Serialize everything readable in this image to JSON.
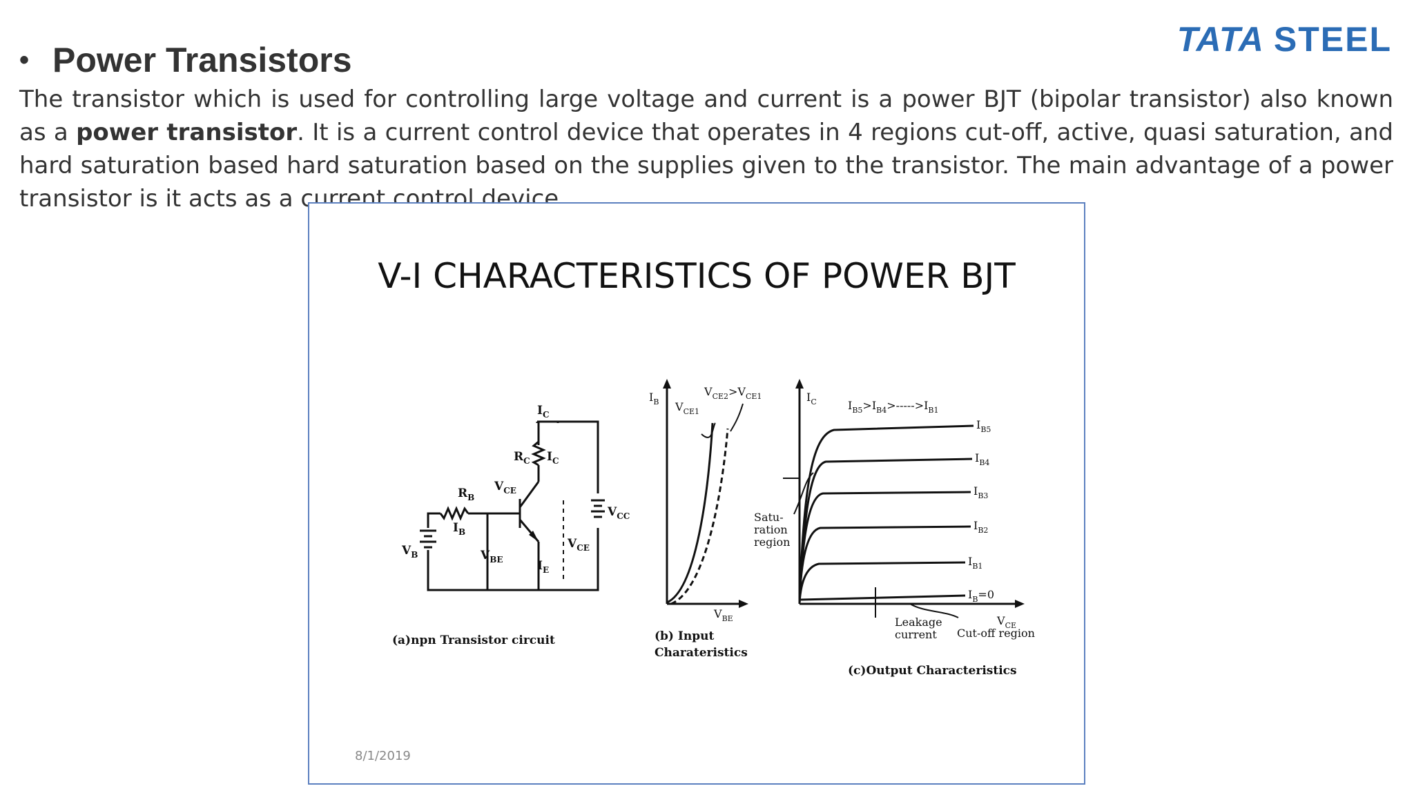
{
  "logo": {
    "part1": "TATA",
    "part2": "STEEL",
    "color": "#2b6cb5"
  },
  "heading": {
    "bullet": "•",
    "title": "Power Transistors"
  },
  "body": {
    "text1": "The transistor which is used for controlling large voltage and current is a power BJT (bipolar transistor) also known as a ",
    "bold1": "power transistor",
    "text2": ". It is a current control device that operates in 4 regions cut-off, active, quasi saturation, and hard saturation based hard saturation based on the supplies given to the transistor. The main advantage of a power transistor is it acts as a current control device."
  },
  "figure": {
    "title": "V-I CHARACTERISTICS OF POWER BJT",
    "date": "8/1/2019",
    "circuit": {
      "caption": "(a)npn Transistor circuit",
      "labels": {
        "ic_top": "I",
        "ic_top_sub": "C",
        "rc": "R",
        "rc_sub": "C",
        "ic_mid": "I",
        "ic_mid_sub": "C",
        "rb": "R",
        "rb_sub": "B",
        "ib": "I",
        "ib_sub": "B",
        "vb": "V",
        "vb_sub": "B",
        "vbe": "V",
        "vbe_sub": "BE",
        "vce": "V",
        "vce_sub": "CE",
        "vcb": "V",
        "vcb_sub": "CE",
        "ie": "I",
        "ie_sub": "E",
        "vcc": "V",
        "vcc_sub": "CC"
      }
    },
    "input": {
      "caption1": "(b) Input",
      "caption2": "Charateristics",
      "y_axis": "I",
      "y_axis_sub": "B",
      "x_axis": "V",
      "x_axis_sub": "BE",
      "curve1": "V",
      "curve1_sub": "CE1",
      "relation": "V",
      "relation_sub1": "CE2",
      "relation_mid": ">V",
      "relation_sub2": "CE1"
    },
    "output": {
      "caption": "(c)Output  Characteristics",
      "y_axis": "I",
      "y_axis_sub": "C",
      "x_axis": "V",
      "x_axis_sub": "CE",
      "relation": "I",
      "relation_sub1": "B5",
      "relation_mid1": ">I",
      "relation_sub2": "B4",
      "relation_mid2": ">----->I",
      "relation_sub3": "B1",
      "curves": [
        {
          "label": "I",
          "sub": "B5"
        },
        {
          "label": "I",
          "sub": "B4"
        },
        {
          "label": "I",
          "sub": "B3"
        },
        {
          "label": "I",
          "sub": "B2"
        },
        {
          "label": "I",
          "sub": "B1"
        },
        {
          "label": "I",
          "sub": "B",
          "suffix": "=0"
        }
      ],
      "saturation": [
        "Satu-",
        "ration",
        "region"
      ],
      "leakage": [
        "Leakage",
        "current"
      ],
      "cutoff": "Cut-off region"
    }
  }
}
